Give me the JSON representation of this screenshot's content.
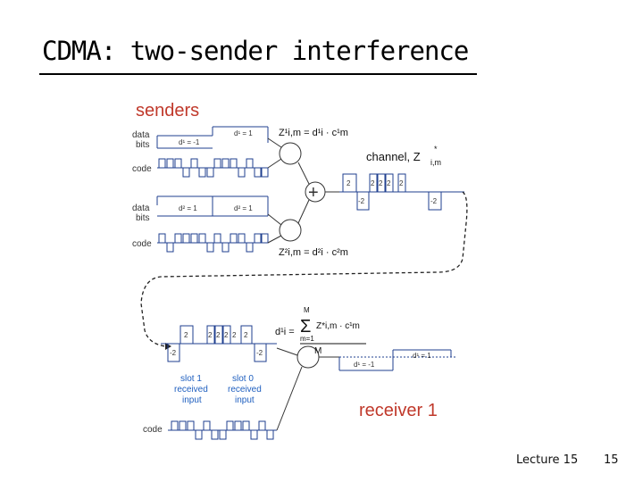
{
  "slide": {
    "title": "CDMA: two-sender interference",
    "footer_label": "Lecture 15",
    "page_number": "15"
  },
  "diagram": {
    "senders_heading": "senders",
    "receiver_heading": "receiver 1",
    "channel_label": "channel, Z",
    "channel_sup": "*",
    "channel_sub": "i,m",
    "sender1": {
      "data_label_1": "data",
      "data_label_2": "bits",
      "code_label": "code",
      "bit_slot1": "d¹ = -1",
      "bit_slot0": "d¹ = 1",
      "formula": "Z¹i,m = d¹i · c¹m"
    },
    "sender2": {
      "data_label_1": "data",
      "data_label_2": "bits",
      "code_label": "code",
      "bit_slot1": "d² = 1",
      "bit_slot0": "d² = 1",
      "formula": "Z²i,m = d²i · c²m"
    },
    "channel_values": {
      "top": [
        "2",
        "2",
        "2",
        "2",
        "2"
      ],
      "bottom": [
        "-2",
        "-2"
      ]
    },
    "receiver": {
      "formula_lhs": "d¹i =",
      "formula_sum_top": "M",
      "formula_sum_bottom": "m=1",
      "formula_numerator": "Z*i,m · c¹m",
      "formula_denominator": "M",
      "slot1_label": [
        "slot 1",
        "received",
        "input"
      ],
      "slot0_label": [
        "slot 0",
        "received",
        "input"
      ],
      "code_label": "code",
      "out_slot1": "d¹ = -1",
      "out_slot0": "d¹ = 1",
      "input_top": [
        "2",
        "2",
        "2",
        "2",
        "2",
        "2"
      ],
      "input_bottom": [
        "-2",
        "-2"
      ]
    },
    "accent_color": "#c0392b",
    "waveform_color": "#1f3f8f"
  }
}
